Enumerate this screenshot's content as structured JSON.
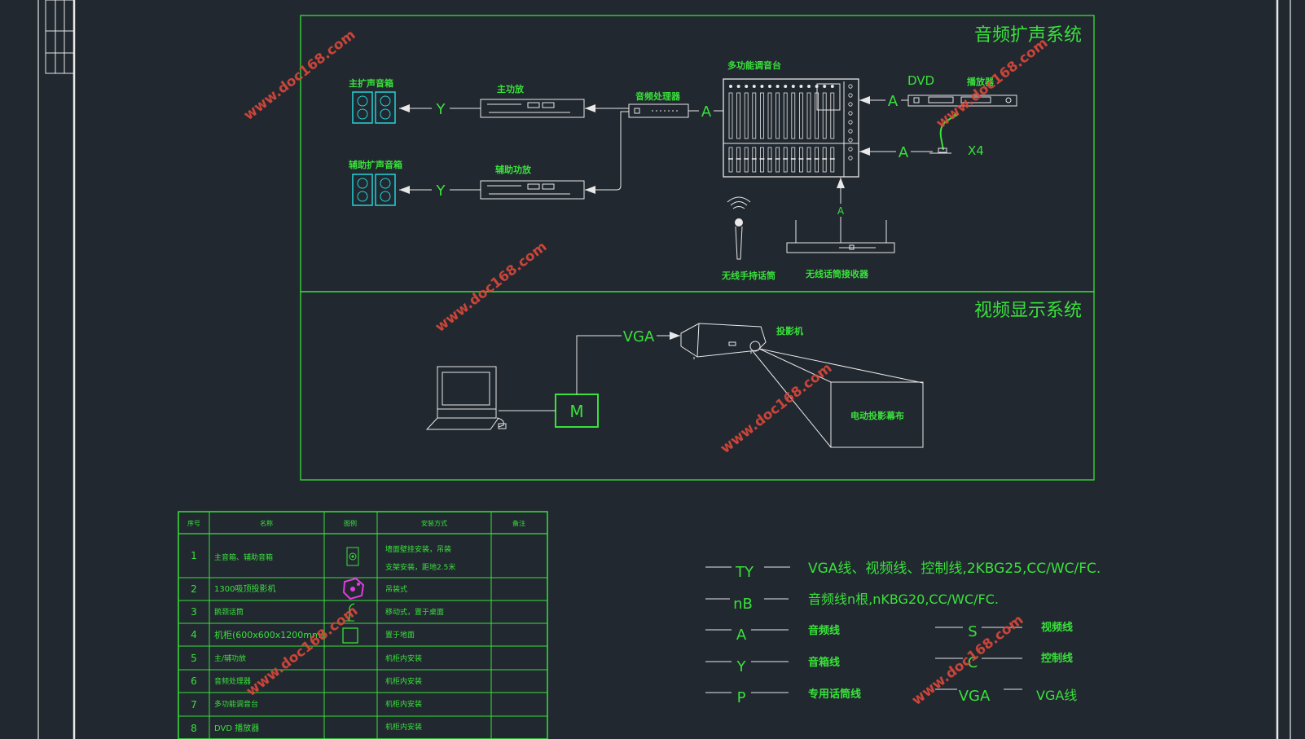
{
  "colors": {
    "background": "#212830",
    "line_green": "#39e13a",
    "line_white": "#e8e8e8",
    "speaker_cyan": "#24d3d8",
    "magenta_icon": "#e23be0",
    "watermark": "#e0493a"
  },
  "audio": {
    "title": "音频扩声系统",
    "main_speakers_label": "主扩声音箱",
    "aux_speakers_label": "辅助扩声音箱",
    "main_amp_label": "主功放",
    "aux_amp_label": "辅助功放",
    "processor_label": "音频处理器",
    "mixer_label": "多功能调音台",
    "dvd_text": "DVD",
    "player_label": "播放器",
    "quantity_label": "X4",
    "handheld_label": "无线手持话筒",
    "receiver_label": "无线话筒接收器",
    "line_Y": "Y",
    "line_A": "A"
  },
  "video": {
    "title": "视频显示系统",
    "vga_label": "VGA",
    "projector_label": "投影机",
    "screen_label": "电动投影幕布",
    "matrix_label": "M"
  },
  "table": {
    "headers": [
      "序号",
      "名称",
      "图例",
      "安装方式",
      "备注"
    ],
    "rows": [
      {
        "no": "1",
        "name": "主音箱、辅助音箱",
        "install": "墙面壁挂安装，吊装",
        "install2": "支架安装，距地2.5米"
      },
      {
        "no": "2",
        "name": "1300吸顶投影机",
        "install": "吊装式"
      },
      {
        "no": "3",
        "name": "鹅颈话筒",
        "install": "移动式，置于桌面"
      },
      {
        "no": "4",
        "name": "机柜(600x600x1200mm)",
        "install": "置于地面"
      },
      {
        "no": "5",
        "name": "主/辅功放",
        "install": "机柜内安装"
      },
      {
        "no": "6",
        "name": "音频处理器",
        "install": "机柜内安装"
      },
      {
        "no": "7",
        "name": "多功能调音台",
        "install": "机柜内安装"
      },
      {
        "no": "8",
        "name": "DVD 播放器",
        "install": "机柜内安装"
      }
    ]
  },
  "legend": {
    "items": [
      {
        "code": "TY",
        "desc": "VGA线、视频线、控制线,2KBG25,CC/WC/FC."
      },
      {
        "code": "nB",
        "desc": "音频线n根,nKBG20,CC/WC/FC."
      },
      {
        "code": "A",
        "desc": "音频线"
      },
      {
        "code": "Y",
        "desc": "音箱线"
      },
      {
        "code": "P",
        "desc": "专用话筒线"
      },
      {
        "code": "S",
        "desc": "视频线"
      },
      {
        "code": "C",
        "desc": "控制线"
      },
      {
        "code": "VGA",
        "desc": "VGA线"
      }
    ]
  },
  "watermark": {
    "text": "www.doc168.com"
  }
}
